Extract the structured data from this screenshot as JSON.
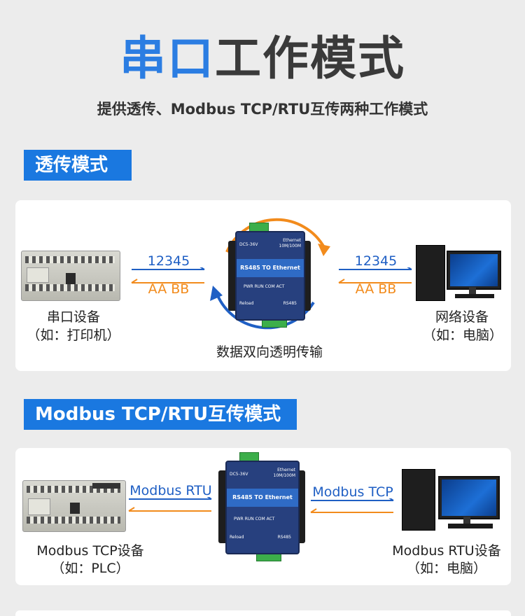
{
  "title": {
    "highlight": "串口",
    "rest": "工作模式"
  },
  "subtitle": "提供透传、Modbus TCP/RTU互传两种工作模式",
  "section1": {
    "tag": "透传模式",
    "left_label": "串口设备",
    "left_sub": "（如：打印机）",
    "right_label": "网络设备",
    "right_sub": "（如：电脑）",
    "arrow_top": "12345",
    "arrow_bottom": "AA BB",
    "caption": "数据双向透明传输"
  },
  "section2": {
    "tag": "Modbus TCP/RTU互传模式",
    "left_label": "Modbus TCP设备",
    "left_sub": "（如：PLC）",
    "right_label": "Modbus RTU设备",
    "right_sub": "（如：电脑）",
    "arrow_left": "Modbus RTU",
    "arrow_right": "Modbus TCP"
  },
  "device": {
    "strip": "RS485 TO Ethernet",
    "power": "DC5-36V",
    "eth": "Ethernet",
    "speed": "10M/100M",
    "reload": "Reload",
    "rs485": "RS485",
    "leds": "PWR  RUN  COM  ACT"
  },
  "colors": {
    "blue": "#1a78e0",
    "orange": "#f28b1c",
    "dark_blue": "#1f5fc4"
  }
}
